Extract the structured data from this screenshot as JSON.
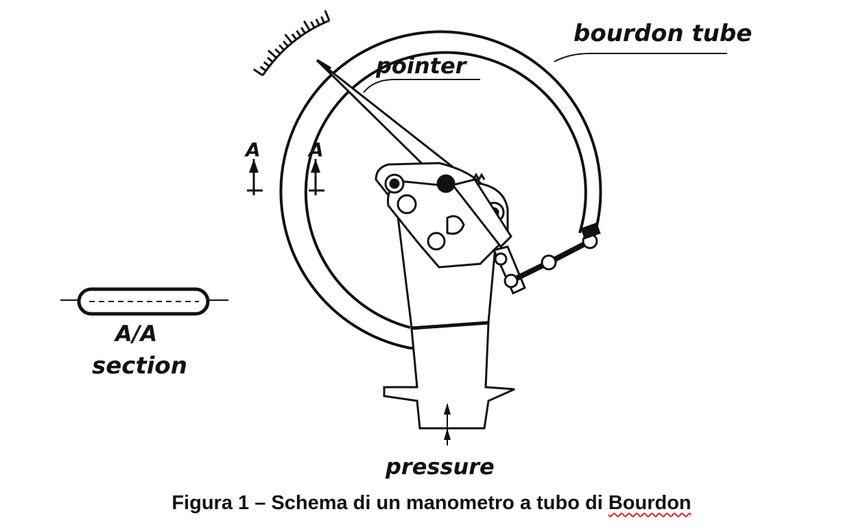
{
  "labels": {
    "bourdon_tube": "bourdon tube",
    "pointer": "pointer",
    "section_mark_left": "A",
    "section_mark_right": "A",
    "section_name": "A/A",
    "section_word": "section",
    "pressure": "pressure"
  },
  "caption": {
    "prefix": "Figura 1 – Schema di un manometro a tubo di ",
    "flagged_word": "Bourdon"
  },
  "colors": {
    "ink": "#111111",
    "background": "#ffffff",
    "spellcheck_underline": "#e02020"
  }
}
